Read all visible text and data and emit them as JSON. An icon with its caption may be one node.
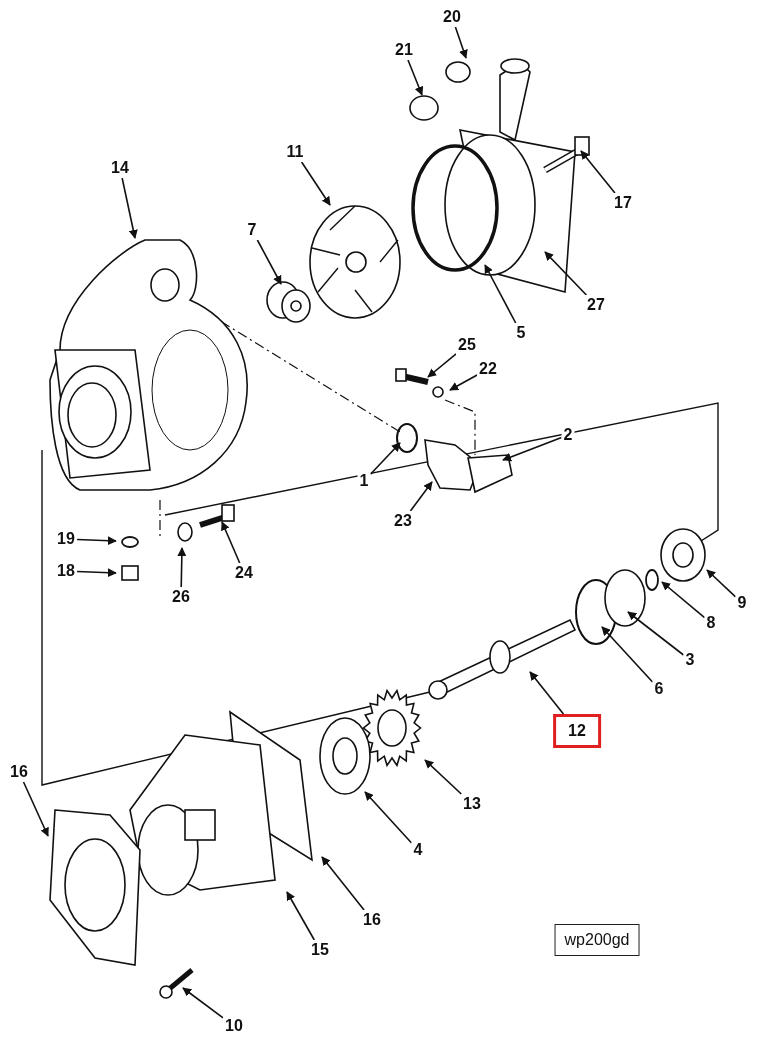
{
  "diagram": {
    "nodes": [
      {
        "text": [
          "20"
        ]
      },
      {
        "text": [
          "21"
        ]
      },
      {
        "text": [
          "17"
        ]
      },
      {
        "text": [
          "11"
        ]
      },
      {
        "text": [
          "14"
        ]
      },
      {
        "text": [
          "7"
        ]
      },
      {
        "text": [
          "27"
        ]
      },
      {
        "text": [
          "5"
        ]
      },
      {
        "text": [
          "25"
        ]
      },
      {
        "text": [
          "22"
        ]
      },
      {
        "text": [
          "2"
        ]
      },
      {
        "text": [
          "1"
        ]
      },
      {
        "text": [
          "23"
        ]
      },
      {
        "text": [
          "19"
        ]
      },
      {
        "text": [
          "18"
        ]
      },
      {
        "text": [
          "26"
        ]
      },
      {
        "text": [
          "24"
        ]
      },
      {
        "text": [
          "9"
        ]
      },
      {
        "text": [
          "8"
        ]
      },
      {
        "text": [
          "3"
        ]
      },
      {
        "text": [
          "6"
        ]
      },
      {
        "text": [
          "12"
        ]
      },
      {
        "text": [
          "13"
        ]
      },
      {
        "text": [
          "4"
        ]
      },
      {
        "text": [
          "16"
        ]
      },
      {
        "text": [
          "16"
        ]
      },
      {
        "text": [
          "15"
        ]
      },
      {
        "text": [
          "10"
        ]
      },
      {
        "text": [
          "wp200gd"
        ]
      }
    ],
    "edges": [
      {
        "from": 0,
        "to": null,
        "arrow": "to"
      },
      {
        "from": 1,
        "to": null,
        "arrow": "to"
      },
      {
        "from": 2,
        "to": null,
        "arrow": "to"
      },
      {
        "from": 3,
        "to": null,
        "arrow": "to"
      },
      {
        "from": 4,
        "to": null,
        "arrow": "to"
      },
      {
        "from": 5,
        "to": null,
        "arrow": "to"
      },
      {
        "from": 6,
        "to": null,
        "arrow": "to"
      },
      {
        "from": 7,
        "to": null,
        "arrow": "to"
      },
      {
        "from": 8,
        "to": null,
        "arrow": "to"
      },
      {
        "from": 9,
        "to": null,
        "arrow": "to"
      },
      {
        "from": 10,
        "to": null,
        "arrow": "to"
      },
      {
        "from": 11,
        "to": null,
        "arrow": "to"
      },
      {
        "from": 12,
        "to": null,
        "arrow": "to"
      },
      {
        "from": 13,
        "to": null,
        "arrow": "to"
      },
      {
        "from": 14,
        "to": null,
        "arrow": "to"
      },
      {
        "from": 15,
        "to": null,
        "arrow": "to"
      },
      {
        "from": 16,
        "to": null,
        "arrow": "to"
      },
      {
        "from": 17,
        "to": null,
        "arrow": "to"
      },
      {
        "from": 18,
        "to": null,
        "arrow": "to"
      },
      {
        "from": 19,
        "to": null,
        "arrow": "to"
      },
      {
        "from": 20,
        "to": null,
        "arrow": "to"
      },
      {
        "from": 21,
        "to": null,
        "arrow": "to"
      },
      {
        "from": 22,
        "to": null,
        "arrow": "to"
      },
      {
        "from": 23,
        "to": null,
        "arrow": "to"
      },
      {
        "from": 24,
        "to": null,
        "arrow": "to"
      },
      {
        "from": 25,
        "to": null,
        "arrow": "to"
      },
      {
        "from": 26,
        "to": null,
        "arrow": "to"
      },
      {
        "from": 27,
        "to": null,
        "arrow": "to"
      }
    ]
  }
}
